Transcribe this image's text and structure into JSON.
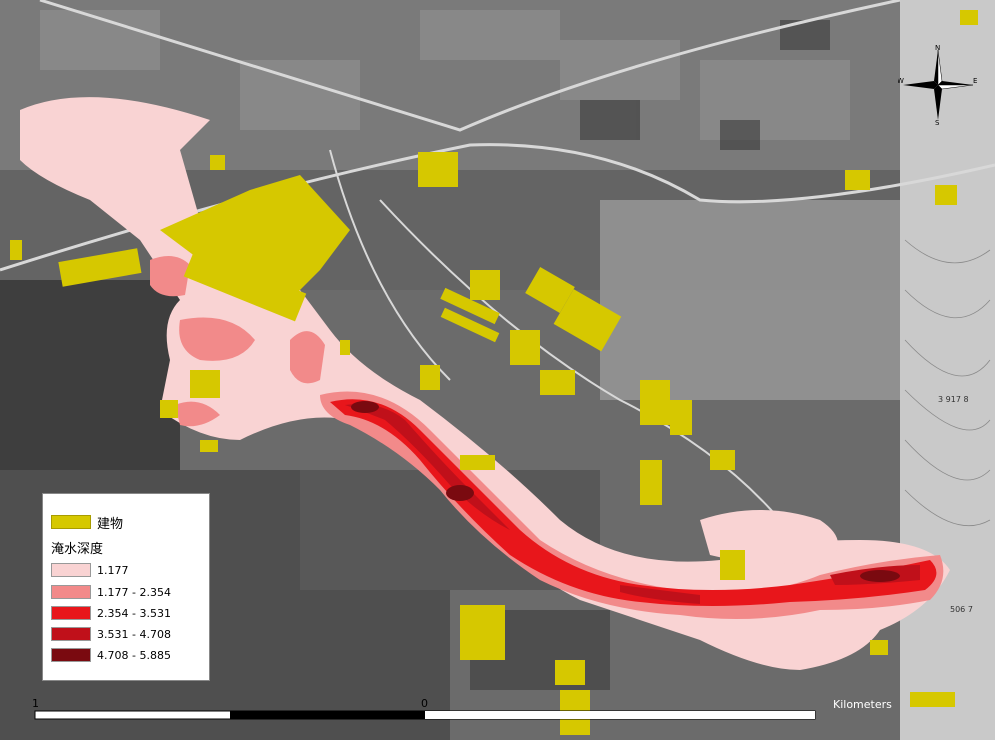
{
  "legend": {
    "building_label": "建物",
    "depth_title": "淹水深度",
    "classes": [
      {
        "label": "1.177",
        "color": "#f9d3d3"
      },
      {
        "label": "1.177 - 2.354",
        "color": "#f28a8a"
      },
      {
        "label": "2.354 - 3.531",
        "color": "#e8161b"
      },
      {
        "label": "3.531 - 4.708",
        "color": "#c0101a"
      },
      {
        "label": "4.708 - 5.885",
        "color": "#7a0a10"
      }
    ],
    "building_color": "#d6c800"
  },
  "scale_bar": {
    "ticks": [
      "1",
      "0"
    ],
    "unit": "Kilometers"
  },
  "north_arrow": {
    "icon": "compass-rose-icon",
    "labels": {
      "n": "N",
      "w": "W",
      "e": "E",
      "s": "S"
    }
  },
  "contour_labels": [
    "3 917 8",
    "506 7"
  ]
}
